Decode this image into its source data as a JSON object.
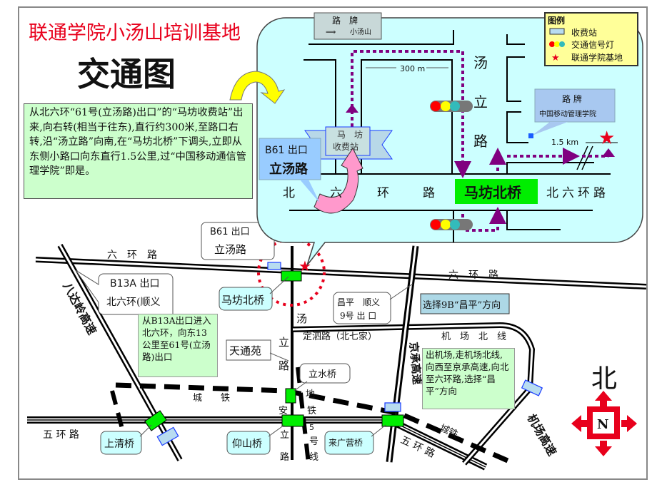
{
  "title": "联通学院小汤山培训基地",
  "subtitle": "交通图",
  "directions_main": "从北六环“61号(立汤路)出口”的“马坊收费站”出来,向右转(相当于往东),直行约300米,至路口右转,沿“汤立路”向南,在“马坊北桥”下调头,立即从东侧小路口向东直行1.5公里,过“中国移动通信管理学院”即是。",
  "directions_b13a": "从B13A出口进入北六环，向东13公里至61号(立汤路)出口",
  "directions_airport": "出机场,走机场北线,向西至京承高速,向北至六环路,选择“昌平”方向",
  "legend": {
    "title": "图例",
    "toll": "收费站",
    "signal": "交通信号灯",
    "base": "联通学院基地"
  },
  "inset": {
    "sign1_title": "路　牌",
    "sign1_dir": "小汤山",
    "distance_300": "300 m",
    "distance_15": "1.5 km",
    "road_tangli": [
      "汤",
      "立",
      "路"
    ],
    "toll_station": "马　坊\n收费站",
    "toll_line1": "马　坊",
    "toll_line2": "收费站",
    "exit_b61_line1": "B61 出口",
    "exit_b61_line2": "立汤路",
    "ring_left": [
      "北",
      "六",
      "环",
      "路"
    ],
    "bridge": "马坊北桥",
    "ring_right": "北六环路",
    "sign2_title": "路 牌",
    "sign2_text": "中国移动管理学院"
  },
  "map": {
    "exit_b61_line1": "B61 出口",
    "exit_b61_line2": "立汤路",
    "ring6_left": "六　环　路",
    "ring6_right": "六　环　路",
    "exit_b13a_line1": "B13A 出口",
    "exit_b13a_line2": "北六环(顺义",
    "badaling": "八达岭高速",
    "mafang_bridge": "马坊北桥",
    "changping_exit": "昌平　顺义\n9号 出 口",
    "changping_l1": "昌平　顺义",
    "changping_l2": "9号 出 口",
    "select_9b": "选择9B“昌平”方向",
    "tangli": [
      "汤",
      "立",
      "路"
    ],
    "dingsi": "定泗路（北七家）",
    "airport_north": "机　场　北　线",
    "jingcheng": "京承高速",
    "tiantongyuan": "天通苑",
    "lishui_bridge": "立水桥",
    "chengtie1": "城　　铁",
    "chengtie2": "城铁",
    "subway": [
      "地",
      "铁",
      "5",
      "号",
      "线"
    ],
    "anli": [
      "安",
      "立",
      "路"
    ],
    "ring5_left": "五 环 路",
    "ring5_right": "五 环 路",
    "shangqing": "上清桥",
    "yangshan": "仰山桥",
    "laiguangying": "来广营桥",
    "airport_expwy": "机场高速",
    "north": "北",
    "compass_n": "N"
  },
  "colors": {
    "title_red": "#e8001c",
    "inset_bg": "#ccffff",
    "note_green": "#ccffcc",
    "bridge_green": "#00ee00",
    "route_purple": "#800080"
  }
}
